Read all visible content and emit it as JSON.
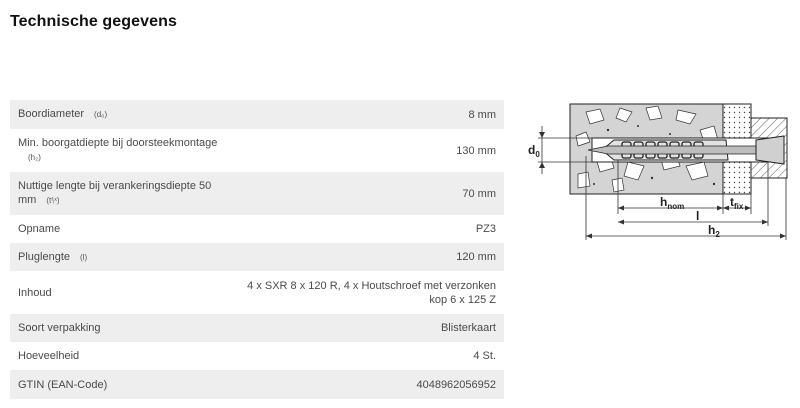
{
  "page_title": "Technische gegevens",
  "rows": [
    {
      "label": "Boordiameter",
      "symbol": "(d₀)",
      "value": "8 mm"
    },
    {
      "label": "Min. boorgatdiepte bij doorsteekmontage",
      "symbol": "(h₂)",
      "value": "130 mm"
    },
    {
      "label": "Nuttige lengte bij verankeringsdiepte 50 mm",
      "symbol": "(tᶠᵢˣ)",
      "value": "70 mm"
    },
    {
      "label": "Opname",
      "symbol": "",
      "value": "PZ3"
    },
    {
      "label": "Pluglengte",
      "symbol": "(l)",
      "value": "120 mm"
    },
    {
      "label": "Inhoud",
      "symbol": "",
      "value": "4 x SXR 8 x 120 R, 4 x Houtschroef met verzonken kop 6 x 125 Z"
    },
    {
      "label": "Soort verpakking",
      "symbol": "",
      "value": "Blisterkaart"
    },
    {
      "label": "Hoeveelheid",
      "symbol": "",
      "value": "4 St."
    },
    {
      "label": "GTIN (EAN-Code)",
      "symbol": "",
      "value": "4048962056952"
    }
  ],
  "diagram": {
    "d0_label": "d",
    "d0_sub": "0",
    "hnom_label": "h",
    "hnom_sub": "nom",
    "tfix_label": "t",
    "tfix_sub": "fix",
    "l_label": "l",
    "h2_label": "h",
    "h2_sub": "2"
  }
}
